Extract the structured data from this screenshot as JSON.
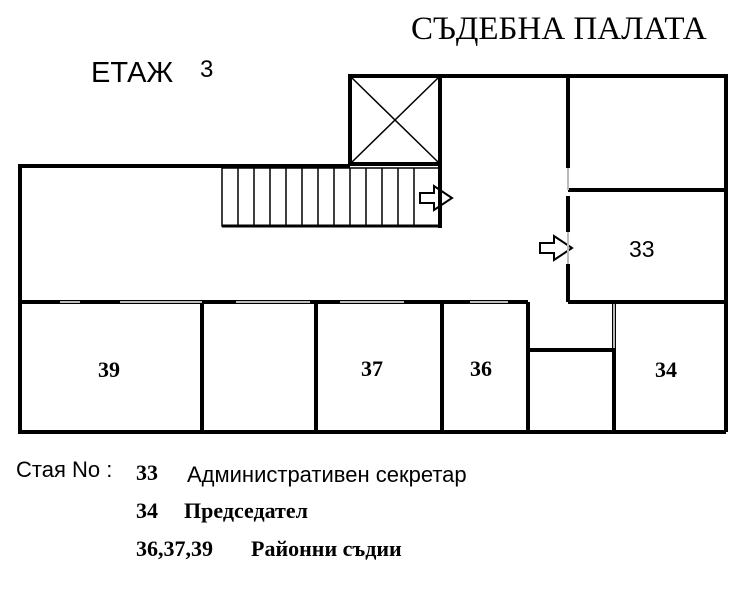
{
  "title": "СЪДЕБНА ПАЛАТА",
  "floor": {
    "label": "ЕТАЖ",
    "number": "3"
  },
  "rooms": {
    "r33": "33",
    "r34": "34",
    "r36": "36",
    "r37": "37",
    "r39": "39"
  },
  "legend": {
    "heading": "Стая No :",
    "entries": [
      {
        "rooms": "33",
        "description": "Административен секретар"
      },
      {
        "rooms": "34",
        "description": "Председател"
      },
      {
        "rooms": "36,37,39",
        "description": "Районни съдии"
      }
    ]
  },
  "icons": {
    "elevator": "elevator-cross-icon",
    "arrow": "arrow-right-outline-icon",
    "stairs": "stairs-icon"
  }
}
